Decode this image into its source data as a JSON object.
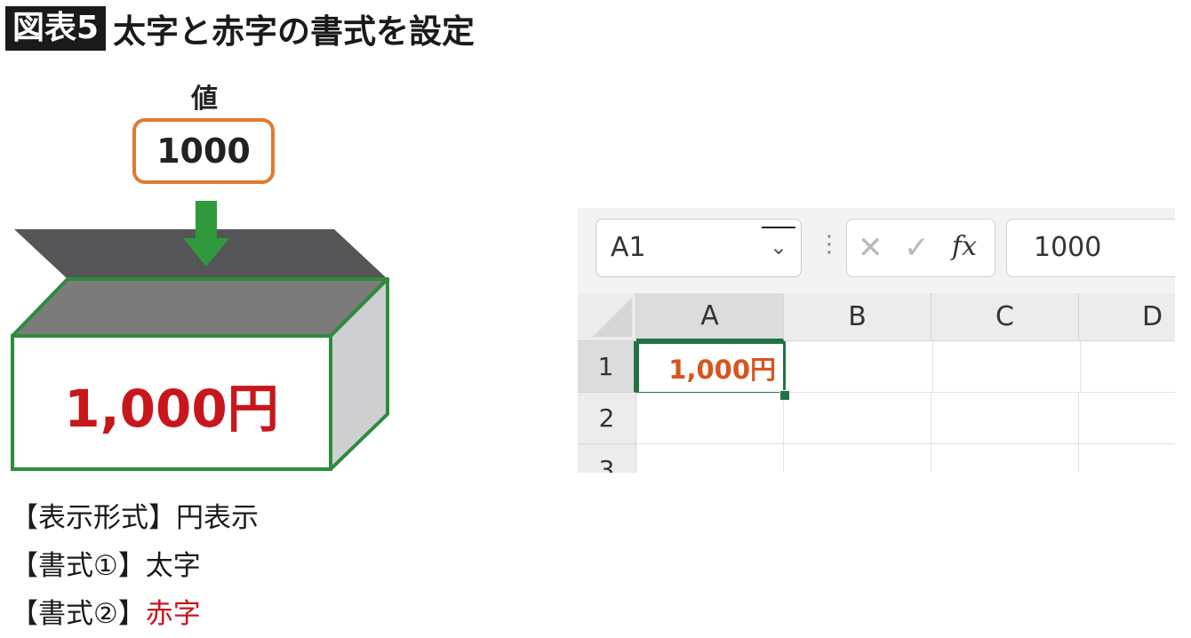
{
  "figure": {
    "label": "図表5",
    "title": "太字と赤字の書式を設定"
  },
  "diagram": {
    "value_label": "値",
    "input_value": "1000",
    "box_value": "1,000円",
    "colors": {
      "arrow": "#2e9a3c",
      "box_outline": "#2e8b3a",
      "box_value": "#c8161d",
      "input_border": "#e07a2e"
    }
  },
  "legend": [
    {
      "label": "【表示形式】",
      "value": "円表示",
      "red": false
    },
    {
      "label": "【書式①】",
      "value": "太字",
      "red": false
    },
    {
      "label": "【書式②】",
      "value": "赤字",
      "red": true
    }
  ],
  "excel": {
    "name_box": "A1",
    "formula_value": "1000",
    "fx_label": "fx",
    "cancel_icon": "✕",
    "enter_icon": "✓",
    "columns": [
      "A",
      "B",
      "C",
      "D"
    ],
    "rows": [
      "1",
      "2",
      "3"
    ],
    "cell_a1": "1,000円",
    "accent": "#217346"
  }
}
